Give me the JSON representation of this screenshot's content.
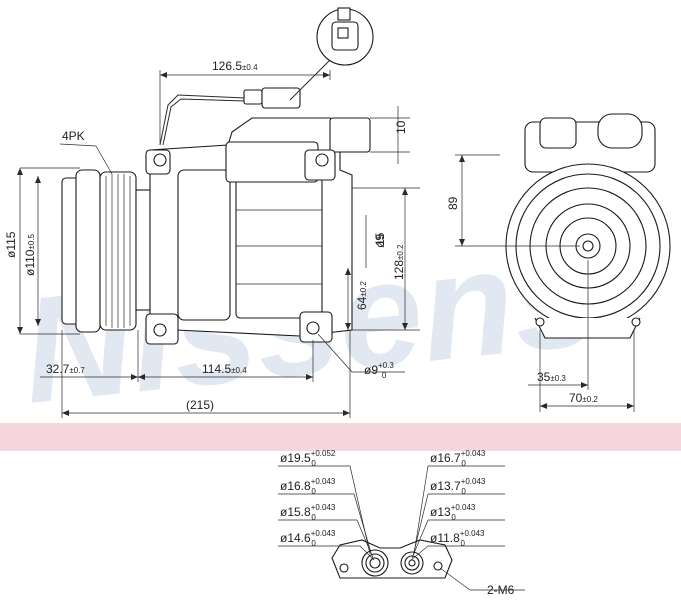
{
  "watermark": "Nissens",
  "brand_color": "#c9d6e8",
  "separator_color": "#f3d4da",
  "dimensions": {
    "top_length": "126.5",
    "top_length_tol": "±0.4",
    "ten": "10",
    "pulley_type": "4PK",
    "dia115": "ø115",
    "dia110": "ø110",
    "dia110_tol": "±0.5",
    "d15": "15",
    "d128": "128",
    "d128_tol": "±0.2",
    "d64": "64",
    "d64_tol": "±0.2",
    "d32": "32.7",
    "d32_tol": "±0.7",
    "d114": "114.5",
    "d114_tol": "±0.4",
    "d215": "(215)",
    "hole": "ø9",
    "hole_tol_plus": "+0.3",
    "hole_tol_zero": "0",
    "side_89": "89",
    "side_35": "35",
    "side_35_tol": "±0.3",
    "side_70": "70",
    "side_70_tol": "±0.2"
  },
  "port_left": [
    {
      "d": "ø19.5",
      "tp": "+0.052",
      "tz": "0"
    },
    {
      "d": "ø16.8",
      "tp": "+0.043",
      "tz": "0"
    },
    {
      "d": "ø15.8",
      "tp": "+0.043",
      "tz": "0"
    },
    {
      "d": "ø14.6",
      "tp": "+0.043",
      "tz": "0"
    }
  ],
  "port_right": [
    {
      "d": "ø16.7",
      "tp": "+0.043",
      "tz": "0"
    },
    {
      "d": "ø13.7",
      "tp": "+0.043",
      "tz": "0"
    },
    {
      "d": "ø13",
      "tp": "+0.043",
      "tz": "0"
    },
    {
      "d": "ø11.8",
      "tp": "+0.043",
      "tz": "0"
    }
  ],
  "thread": "2-M6"
}
